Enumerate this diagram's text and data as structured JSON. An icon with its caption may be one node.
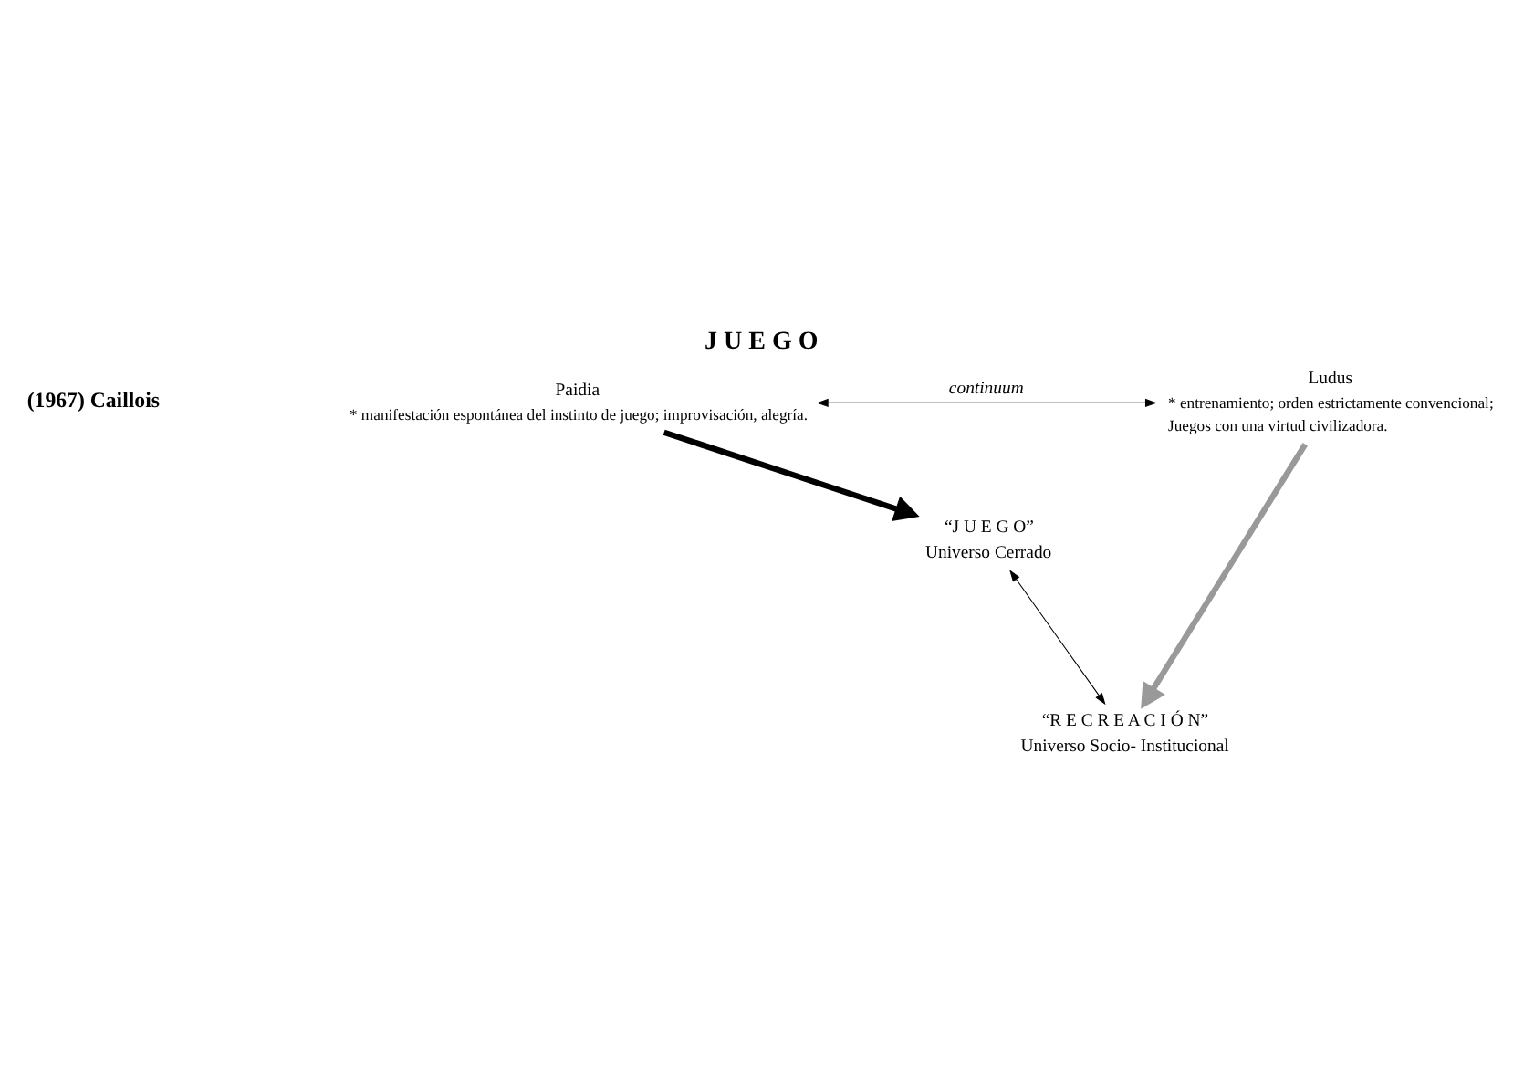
{
  "diagram": {
    "title": "J U E G O",
    "nodes": [
      {
        "text": [
          "Paidia"
        ],
        "beside": [
          "* manifestación espontánea del instinto de juego; improvisación, alegría."
        ]
      },
      {
        "text": [
          "Ludus"
        ],
        "beside": [
          "* entrenamiento; orden estrictamente convencional;",
          "Juegos con una virtud civilizadora."
        ]
      },
      {
        "text": [
          "“J U E G O”",
          "Universo Cerrado"
        ]
      },
      {
        "text": [
          "“R E C R E A C I Ó N”",
          "Universo Socio- Institucional"
        ]
      }
    ],
    "edges": [
      {
        "from": 0,
        "to": 1,
        "arrow": "both",
        "label": "continuum"
      },
      {
        "from": 0,
        "to": 2,
        "arrow": "to",
        "style": "thick"
      },
      {
        "from": 1,
        "to": 3,
        "arrow": "to",
        "style": "thick",
        "color": "#999999"
      },
      {
        "from": 2,
        "to": 3,
        "arrow": "both"
      }
    ],
    "labels": [
      "(1967) Caillois"
    ]
  }
}
